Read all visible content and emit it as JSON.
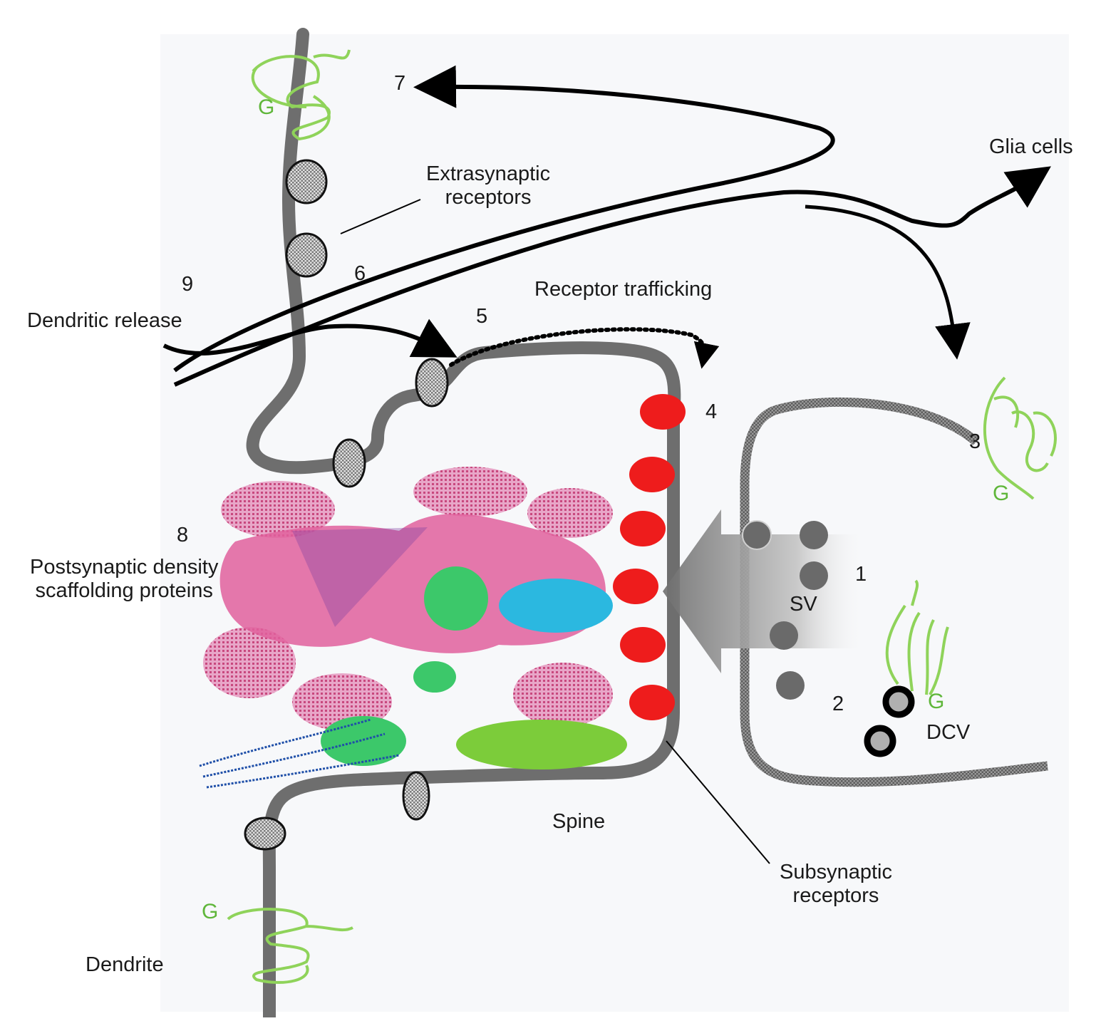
{
  "diagram": {
    "subject": "Synapse: presynaptic terminal, dendritic spine and dendrite",
    "colors": {
      "membrane": "#6e6e6e",
      "subsynaptic_receptor": "#ee1c1c",
      "extrasynaptic_receptor": "#b8b8b8",
      "glycoprotein": "#8fd35a",
      "g_label": "#5fb63a",
      "psd_pink": "#e0609c",
      "psd_cyan": "#2bb8e0",
      "psd_green": "#3cc86a",
      "vesicle": "#6a6a6a",
      "arrow": "#000000"
    },
    "labels": {
      "extrasynaptic": [
        "Extrasynaptic",
        "receptors"
      ],
      "glia": "Glia cells",
      "receptor_trafficking": "Receptor trafficking",
      "dendritic_release": "Dendritic release",
      "psd": [
        "Postsynaptic density",
        "scaffolding proteins"
      ],
      "sv": "SV",
      "dcv": "DCV",
      "spine": "Spine",
      "subsynaptic": [
        "Subsynaptic",
        "receptors"
      ],
      "dendrite": "Dendrite",
      "g": "G"
    },
    "numbers": {
      "n1": "1",
      "n2": "2",
      "n3": "3",
      "n4": "4",
      "n5": "5",
      "n6": "6",
      "n7": "7",
      "n8": "8",
      "n9": "9"
    }
  }
}
